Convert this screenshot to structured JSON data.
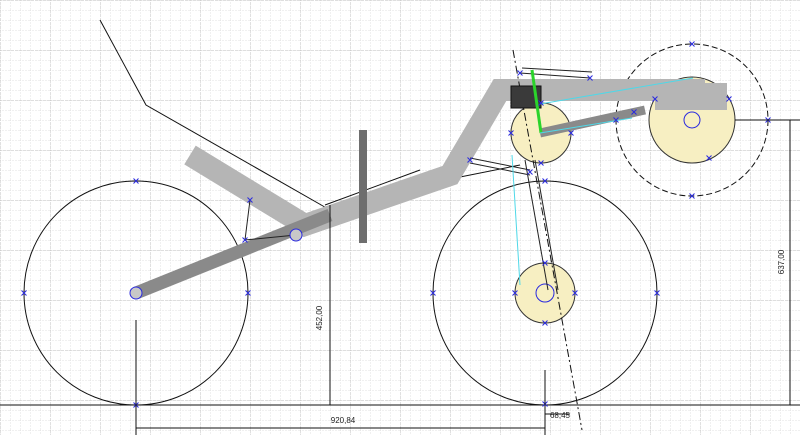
{
  "drawing": {
    "dimensions": {
      "seat_height": "452,00",
      "wheelbase": "920,84",
      "total_height": "637,00",
      "trail": "68,45"
    }
  },
  "colors": {
    "background": "#ffffff",
    "grid_minor": "#d6d6d6",
    "grid_major": "#b7b7b7",
    "frame_tube": "#b5b5b5",
    "dark_tube": "#8a8a8a",
    "seat_post": "#6e6e6e",
    "line": "#111111",
    "chainring_fill": "#f7efc2",
    "accent_cyan": "#4fd8e8",
    "accent_green": "#2bd42b",
    "marker_blue": "#2a2adf",
    "head_block": "#3a3a3a"
  }
}
